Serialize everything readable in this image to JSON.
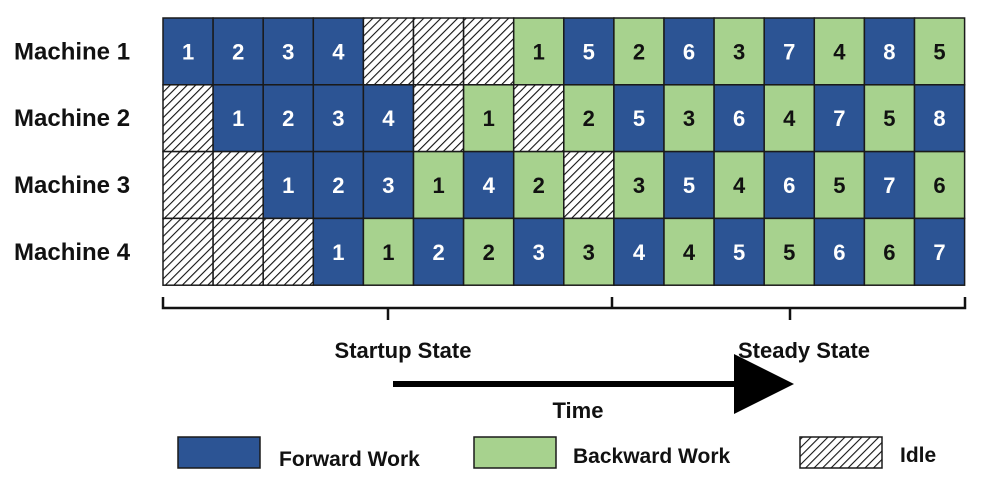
{
  "machines": [
    {
      "label": "Machine 1",
      "cells": [
        {
          "t": "F",
          "n": "1"
        },
        {
          "t": "F",
          "n": "2"
        },
        {
          "t": "F",
          "n": "3"
        },
        {
          "t": "F",
          "n": "4"
        },
        {
          "t": "I",
          "n": ""
        },
        {
          "t": "I",
          "n": ""
        },
        {
          "t": "I",
          "n": ""
        },
        {
          "t": "B",
          "n": "1"
        },
        {
          "t": "F",
          "n": "5"
        },
        {
          "t": "B",
          "n": "2"
        },
        {
          "t": "F",
          "n": "6"
        },
        {
          "t": "B",
          "n": "3"
        },
        {
          "t": "F",
          "n": "7"
        },
        {
          "t": "B",
          "n": "4"
        },
        {
          "t": "F",
          "n": "8"
        },
        {
          "t": "B",
          "n": "5"
        }
      ]
    },
    {
      "label": "Machine 2",
      "cells": [
        {
          "t": "I",
          "n": ""
        },
        {
          "t": "F",
          "n": "1"
        },
        {
          "t": "F",
          "n": "2"
        },
        {
          "t": "F",
          "n": "3"
        },
        {
          "t": "F",
          "n": "4"
        },
        {
          "t": "I",
          "n": ""
        },
        {
          "t": "B",
          "n": "1"
        },
        {
          "t": "I",
          "n": ""
        },
        {
          "t": "B",
          "n": "2"
        },
        {
          "t": "F",
          "n": "5"
        },
        {
          "t": "B",
          "n": "3"
        },
        {
          "t": "F",
          "n": "6"
        },
        {
          "t": "B",
          "n": "4"
        },
        {
          "t": "F",
          "n": "7"
        },
        {
          "t": "B",
          "n": "5"
        },
        {
          "t": "F",
          "n": "8"
        }
      ]
    },
    {
      "label": "Machine 3",
      "cells": [
        {
          "t": "I",
          "n": ""
        },
        {
          "t": "I",
          "n": ""
        },
        {
          "t": "F",
          "n": "1"
        },
        {
          "t": "F",
          "n": "2"
        },
        {
          "t": "F",
          "n": "3"
        },
        {
          "t": "B",
          "n": "1"
        },
        {
          "t": "F",
          "n": "4"
        },
        {
          "t": "B",
          "n": "2"
        },
        {
          "t": "I",
          "n": ""
        },
        {
          "t": "B",
          "n": "3"
        },
        {
          "t": "F",
          "n": "5"
        },
        {
          "t": "B",
          "n": "4"
        },
        {
          "t": "F",
          "n": "6"
        },
        {
          "t": "B",
          "n": "5"
        },
        {
          "t": "F",
          "n": "7"
        },
        {
          "t": "B",
          "n": "6"
        }
      ]
    },
    {
      "label": "Machine 4",
      "cells": [
        {
          "t": "I",
          "n": ""
        },
        {
          "t": "I",
          "n": ""
        },
        {
          "t": "I",
          "n": ""
        },
        {
          "t": "F",
          "n": "1"
        },
        {
          "t": "B",
          "n": "1"
        },
        {
          "t": "F",
          "n": "2"
        },
        {
          "t": "B",
          "n": "2"
        },
        {
          "t": "F",
          "n": "3"
        },
        {
          "t": "B",
          "n": "3"
        },
        {
          "t": "F",
          "n": "4"
        },
        {
          "t": "B",
          "n": "4"
        },
        {
          "t": "F",
          "n": "5"
        },
        {
          "t": "B",
          "n": "5"
        },
        {
          "t": "F",
          "n": "6"
        },
        {
          "t": "B",
          "n": "6"
        },
        {
          "t": "F",
          "n": "7"
        }
      ]
    }
  ],
  "phases": {
    "startup": "Startup State",
    "steady": "Steady State"
  },
  "axis_label": "Time",
  "legend": {
    "forward": "Forward Work",
    "backward": "Backward Work",
    "idle": "Idle"
  },
  "colors": {
    "forward": "#2c5494",
    "backward": "#a7d28e",
    "border": "#1a1a1a",
    "text_on_cell": "#ffffff",
    "text_dark": "#111111"
  }
}
